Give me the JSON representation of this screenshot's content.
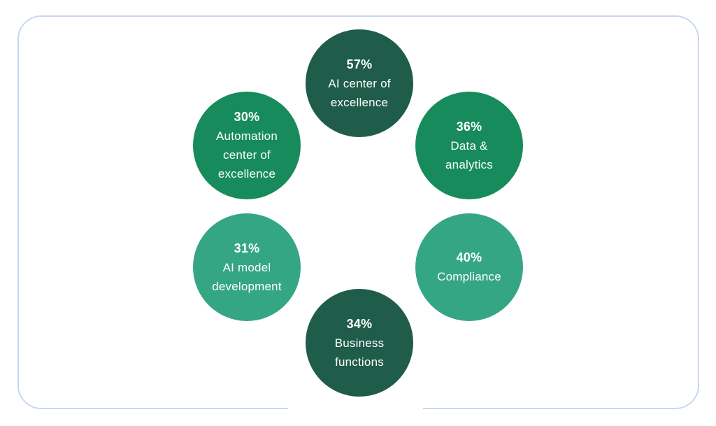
{
  "canvas": {
    "background_color": "#ffffff",
    "card_border_color": "#c9d8f1"
  },
  "palette": {
    "dark_green": "#1f5c49",
    "medium_green": "#178b5c",
    "light_green": "#35a684",
    "text_color": "#ffffff"
  },
  "circles": [
    {
      "id": "ai-center-of-excellence",
      "value": "57%",
      "label": "AI center of\nexcellence",
      "color": "#1f5c49",
      "position": "top"
    },
    {
      "id": "data-analytics",
      "value": "36%",
      "label": "Data &\nanalytics",
      "color": "#178b5c",
      "position": "upper-right"
    },
    {
      "id": "compliance",
      "value": "40%",
      "label": "Compliance",
      "color": "#35a684",
      "position": "lower-right"
    },
    {
      "id": "business-functions",
      "value": "34%",
      "label": "Business\nfunctions",
      "color": "#1f5c49",
      "position": "bottom"
    },
    {
      "id": "ai-model-development",
      "value": "31%",
      "label": "AI model\ndevelopment",
      "color": "#35a684",
      "position": "lower-left"
    },
    {
      "id": "automation-center-of-excellence",
      "value": "30%",
      "label": "Automation\ncenter of\nexcellence",
      "color": "#178b5c",
      "position": "upper-left"
    }
  ],
  "chart_data": {
    "type": "bubble",
    "categories": [
      "AI center of excellence",
      "Data & analytics",
      "Compliance",
      "Business functions",
      "AI model development",
      "Automation center of excellence"
    ],
    "values": [
      57,
      36,
      40,
      34,
      31,
      30
    ],
    "unit": "%",
    "title": "",
    "xlabel": "",
    "ylabel": "",
    "legend": "none",
    "layout_hint": "six equal-size bubbles arranged in a ring; values shown as bold percentage above category label inside each bubble"
  }
}
